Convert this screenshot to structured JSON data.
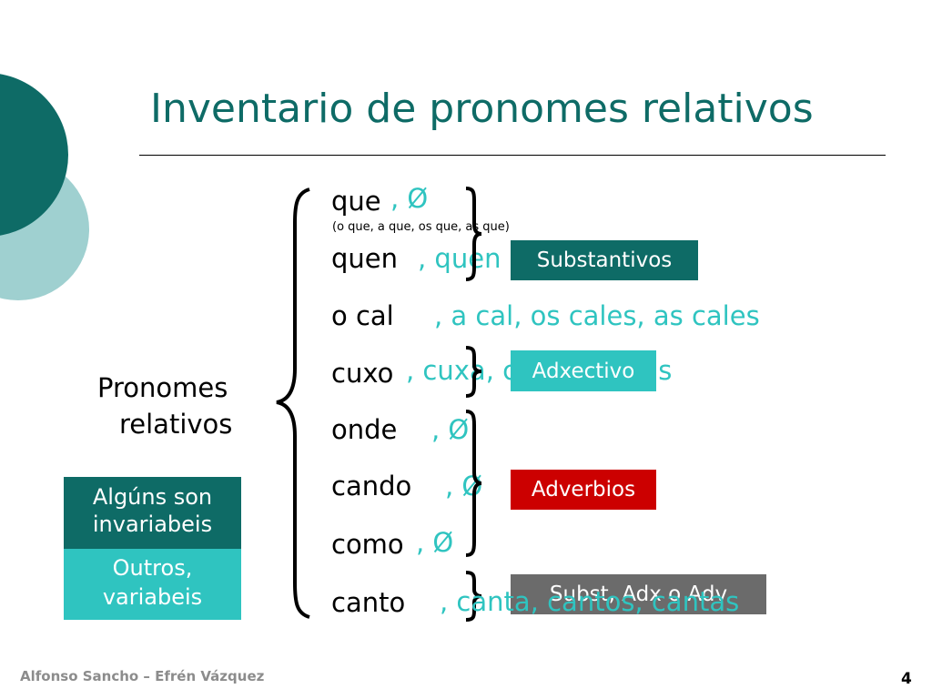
{
  "slide": {
    "title": "Inventario de pronomes relativos",
    "footer": "Alfonso Sancho – Efrén Vázquez",
    "page_number": "4"
  },
  "left": {
    "label_line1": "Pronomes",
    "label_line2": "relativos",
    "invariable_line1": "Algúns son",
    "invariable_line2": "invariabeis",
    "variable_line1": "Outros,",
    "variable_line2": "variabeis"
  },
  "pronouns": [
    {
      "word": "que",
      "variants": ", Ø",
      "note": "(o que, a que, os que, as que)"
    },
    {
      "word": "quen",
      "variants": ", quen"
    },
    {
      "word": "o cal",
      "variants": ", a cal, os cales, as cales"
    },
    {
      "word": "cuxo",
      "variants": ", cuxa, cuxos, cuxas"
    },
    {
      "word": "onde",
      "variants": ", Ø"
    },
    {
      "word": "cando",
      "variants": ", Ø"
    },
    {
      "word": "como",
      "variants": ", Ø"
    },
    {
      "word": "canto",
      "variants": ", canta, cantos, cantas"
    }
  ],
  "categories": {
    "substantivos": "Substantivos",
    "adxectivo": "Adxectivo",
    "adverbios": "Adverbios",
    "mixed": "Subst, Adx o Adv"
  },
  "colors": {
    "dark_teal": "#0e6b66",
    "light_teal": "#2fc4c0",
    "pale_teal": "#9fd0d0",
    "red": "#cc0000",
    "grey": "#6b6b6b"
  }
}
